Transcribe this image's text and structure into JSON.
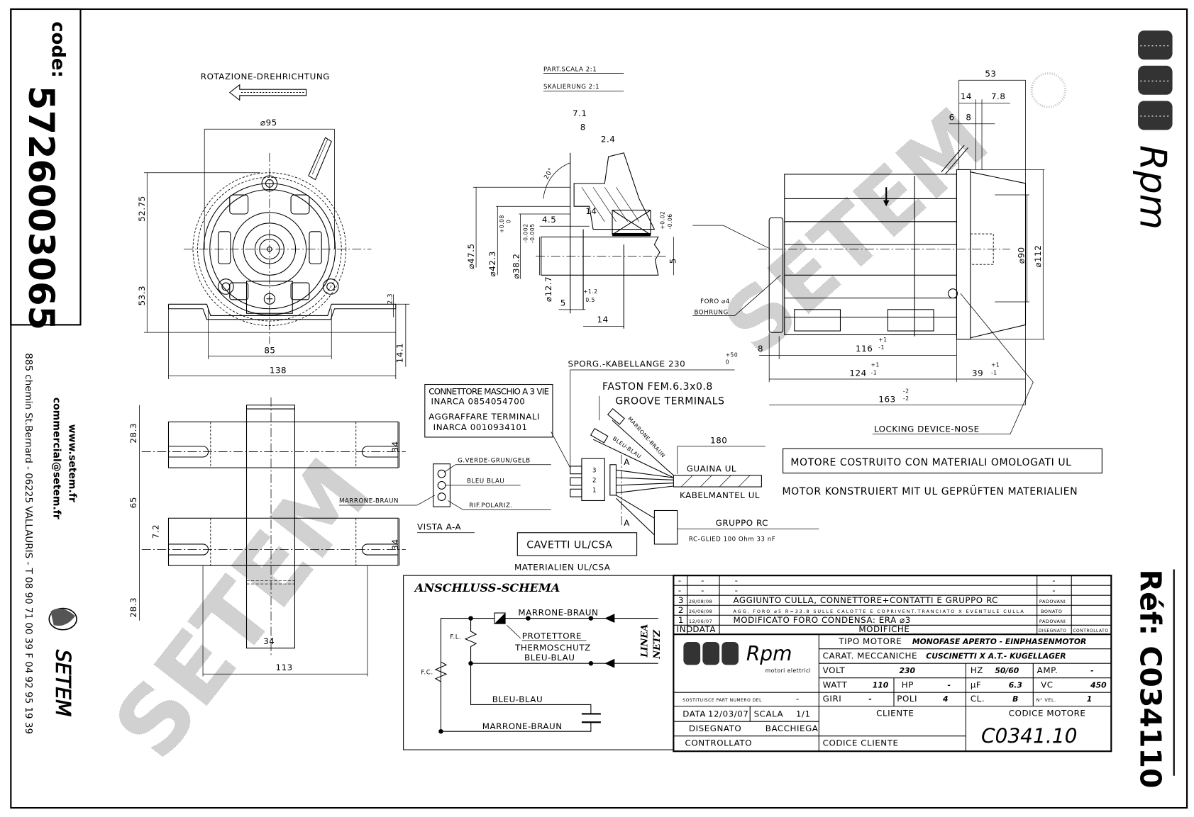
{
  "left_strip": {
    "code_label": "code:",
    "code": "5726003065",
    "website": "www.setem.fr",
    "email": "commercial@setem.fr",
    "address": "885 chemin St.Bernard - 06225 VALLAURIS - T 08 90 71 00 39  F 04 92 95 19 39",
    "brand": "SETEM"
  },
  "right_strip": {
    "brand": "Rpm",
    "ref": "Réf: C034110"
  },
  "watermark": "SETEM",
  "front_view": {
    "rotation_label": "ROTAZIONE-DREHRICHTUNG",
    "d95": "⌀95",
    "h_top": "52.75",
    "h_bottom": "53.3",
    "w85": "85",
    "w138": "138",
    "t23": "2.3",
    "h141": "14.1"
  },
  "plan_view": {
    "d_top": "28.3",
    "d_mid": "65",
    "d_bot": "28.3",
    "slot": "7.2",
    "w_top": "34",
    "w_bot": "34",
    "w_center": "34",
    "w113": "113",
    "label_marrone": "MARRONE-BRAUN"
  },
  "detail_view": {
    "title1": "PART.SCALA 2:1",
    "title2": "SKALIERUNG 2:1",
    "d71": "7.1",
    "d8": "8",
    "d24": "2.4",
    "angle": "20°",
    "d475": "⌀47.5",
    "d423": "⌀42.3",
    "tol_423_up": "+0.08",
    "tol_423_lo": "0",
    "d382": "⌀38.2",
    "tol_382_up": "-0.002",
    "tol_382_lo": "-0.005",
    "d127": "⌀12.7",
    "d45": "4.5",
    "d14a": "14",
    "tol_5_up": "+0.02",
    "tol_5_lo": "-0.06",
    "d5a": "5",
    "d5b": "5",
    "tol_5b_up": "+1.2",
    "tol_5b_lo": "0.5",
    "d14b": "14"
  },
  "side_view": {
    "d53": "53",
    "d14": "14",
    "d78": "7.8",
    "d6": "6",
    "d8": "8",
    "d90": "⌀90",
    "d112": "⌀112",
    "d8b": "8",
    "d116": "116",
    "d124": "124",
    "d39": "39",
    "d163": "163",
    "tol_p1": "+1",
    "tol_m1": "-1",
    "tol_m2": "-2",
    "foro": "FORO ⌀4",
    "bohrung": "BOHRUNG",
    "locking": "LOCKING DEVICE-NOSE"
  },
  "wiring": {
    "connector_note": [
      "CONNETTORE MASCHIO A 3 VIE",
      "INARCA 0854054700",
      "AGGRAFFARE TERMINALI",
      "INARCA 0010934101"
    ],
    "cable_length": "SPORG.-KABELLANGE 230",
    "cable_tol": "+50",
    "cable_tol0": "0",
    "faston": "FASTON FEM.6.3x0.8",
    "groove": "GROOVE TERMINALS",
    "wire_marrone": "MARRONE-BRAUN",
    "wire_bleu": "BLEU-BLAU",
    "g_verde": "G.VERDE-GRUN/GELB",
    "bleu_blau": "BLEU BLAU",
    "rif": "RIF.POLARIZ.",
    "vista": "VISTA A-A",
    "len180": "180",
    "guaina": "GUAINA UL",
    "kabelmantel": "KABELMANTEL UL",
    "gruppo_rc": "GRUPPO RC",
    "rc_glied": "RC-GLIED 100 Ohm 33 nF",
    "cavetti": "CAVETTI UL/CSA",
    "materialien": "MATERIALIEN UL/CSA",
    "pin1": "1",
    "pin2": "2",
    "pin3": "3",
    "section_a": "A"
  },
  "notes": {
    "ul_it": "MOTORE COSTRUITO CON MATERIALI OMOLOGATI UL",
    "ul_de": "MOTOR KONSTRUIERT MIT UL GEPRÜFTEN MATERIALIEN"
  },
  "schema": {
    "title": "ANSCHLUSS-SCHEMA",
    "marrone_top": "MARRONE-BRAUN",
    "protettore": "PROTETTORE",
    "thermoschutz": "THERMOSCHUTZ",
    "bleu_mid": "BLEU-BLAU",
    "bleu_low": "BLEU-BLAU",
    "marrone_bot": "MARRONE-BRAUN",
    "fl": "F.L.",
    "fc": "F.C.",
    "linea": "LINEA",
    "netz": "NETZ"
  },
  "title_block": {
    "revisions": [
      {
        "ind": "-",
        "data": "-",
        "mod": "-",
        "dis": "-",
        "con": ""
      },
      {
        "ind": "-",
        "data": "-",
        "mod": "-",
        "dis": "-",
        "con": ""
      },
      {
        "ind": "3",
        "data": "28/08/08",
        "mod": "AGGIUNTO CULLA, CONNETTORE+CONTATTI E GRUPPO RC",
        "dis": "PADOVANI",
        "con": ""
      },
      {
        "ind": "2",
        "data": "26/06/08",
        "mod": "AGG. FORO ⌀5 R=33.8 SULLE CALOTTE E COPRIVENT.TRANCIATO X EVENTULE CULLA",
        "dis": "BONATO",
        "con": ""
      },
      {
        "ind": "1",
        "data": "12/06/07",
        "mod": "MODIFICATO FORO CONDENSA: ERA ⌀3",
        "dis": "PADOVANI",
        "con": ""
      }
    ],
    "headers": {
      "ind": "IND",
      "data": "DATA",
      "mod": "MODIFICHE",
      "dis": "DISEGNATO",
      "con": "CONTROLLATO"
    },
    "logo_text": "Rpm",
    "logo_sub": "motori elettrici",
    "tipo_label": "TIPO MOTORE",
    "tipo_value": "MONOFASE APERTO - EINPHASENMOTOR",
    "carat_label": "CARAT. MECCANICHE",
    "carat_value": "CUSCINETTI X A.T.- KUGELLAGER",
    "volt_label": "VOLT",
    "volt": "230",
    "hz_label": "HZ",
    "hz": "50/60",
    "amp_label": "AMP.",
    "amp": "-",
    "watt_label": "WATT",
    "watt": "110",
    "hp_label": "HP",
    "hp": "-",
    "uf_label": "µF",
    "uf": "6.3",
    "vc_label": "VC",
    "vc": "450",
    "giri_label": "GIRI",
    "giri": "-",
    "poli_label": "POLI",
    "poli": "4",
    "cl_label": "CL.",
    "cl": "B",
    "nvel_label": "N° VEL.",
    "nvel": "1",
    "sostituisce_label": "SOSTITUISCE PART NUMERO DEL",
    "sostituisce": "-",
    "data_label": "DATA",
    "data": "12/03/07",
    "scala_label": "SCALA",
    "scala": "1/1",
    "disegnato_label": "DISEGNATO",
    "disegnato": "BACCHIEGA",
    "controllato_label": "CONTROLLATO",
    "cliente_label": "CLIENTE",
    "codice_cliente_label": "CODICE CLIENTE",
    "codice_motore_label": "CODICE MOTORE",
    "codice_motore": "C0341.10"
  }
}
